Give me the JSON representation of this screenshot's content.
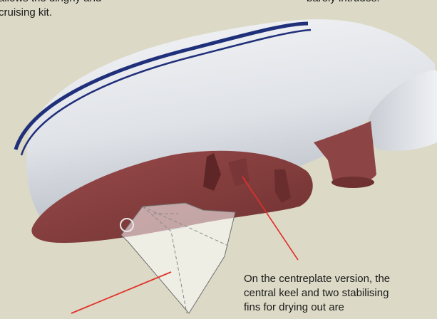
{
  "captions": {
    "top_left": "allows the dinghy and\ncruising kit.",
    "top_right": "barely intrudes.",
    "bottom_right": "On the centreplate version, the\ncentral keel and two stabilising\nfins for drying out are"
  },
  "colors": {
    "background": "#dcdac6",
    "hull_white": "#eef0f3",
    "hull_shadow": "#b9bec7",
    "stripe_blue": "#1f2f7a",
    "keel_red": "#8a3f3f",
    "keel_dark": "#5e2626",
    "leader_line": "#e0322a",
    "rudder_outline": "#6e6e6e"
  }
}
